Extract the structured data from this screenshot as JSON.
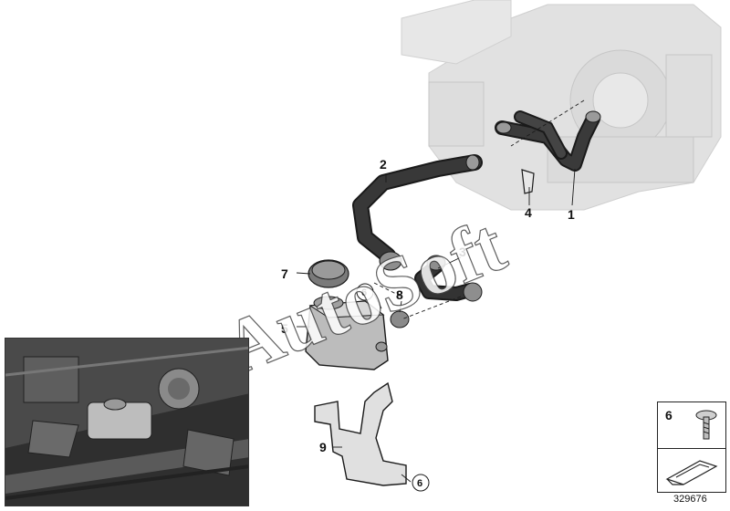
{
  "callouts": [
    {
      "id": "1",
      "label": "1"
    },
    {
      "id": "2",
      "label": "2"
    },
    {
      "id": "3",
      "label": "3"
    },
    {
      "id": "4",
      "label": "4"
    },
    {
      "id": "5",
      "label": "5"
    },
    {
      "id": "6a",
      "label": "6"
    },
    {
      "id": "7",
      "label": "7"
    },
    {
      "id": "8",
      "label": "8"
    },
    {
      "id": "9",
      "label": "9"
    },
    {
      "id": "6b",
      "label": "6"
    }
  ],
  "legend": {
    "part_number": "6"
  },
  "doc_number": "329676",
  "watermark": "AutoSoft",
  "colors": {
    "engine_gray": "#cfcfcf",
    "hose_black": "#2b2b2b",
    "tank_gray": "#b8b8b8",
    "outline": "#1a1a1a"
  }
}
